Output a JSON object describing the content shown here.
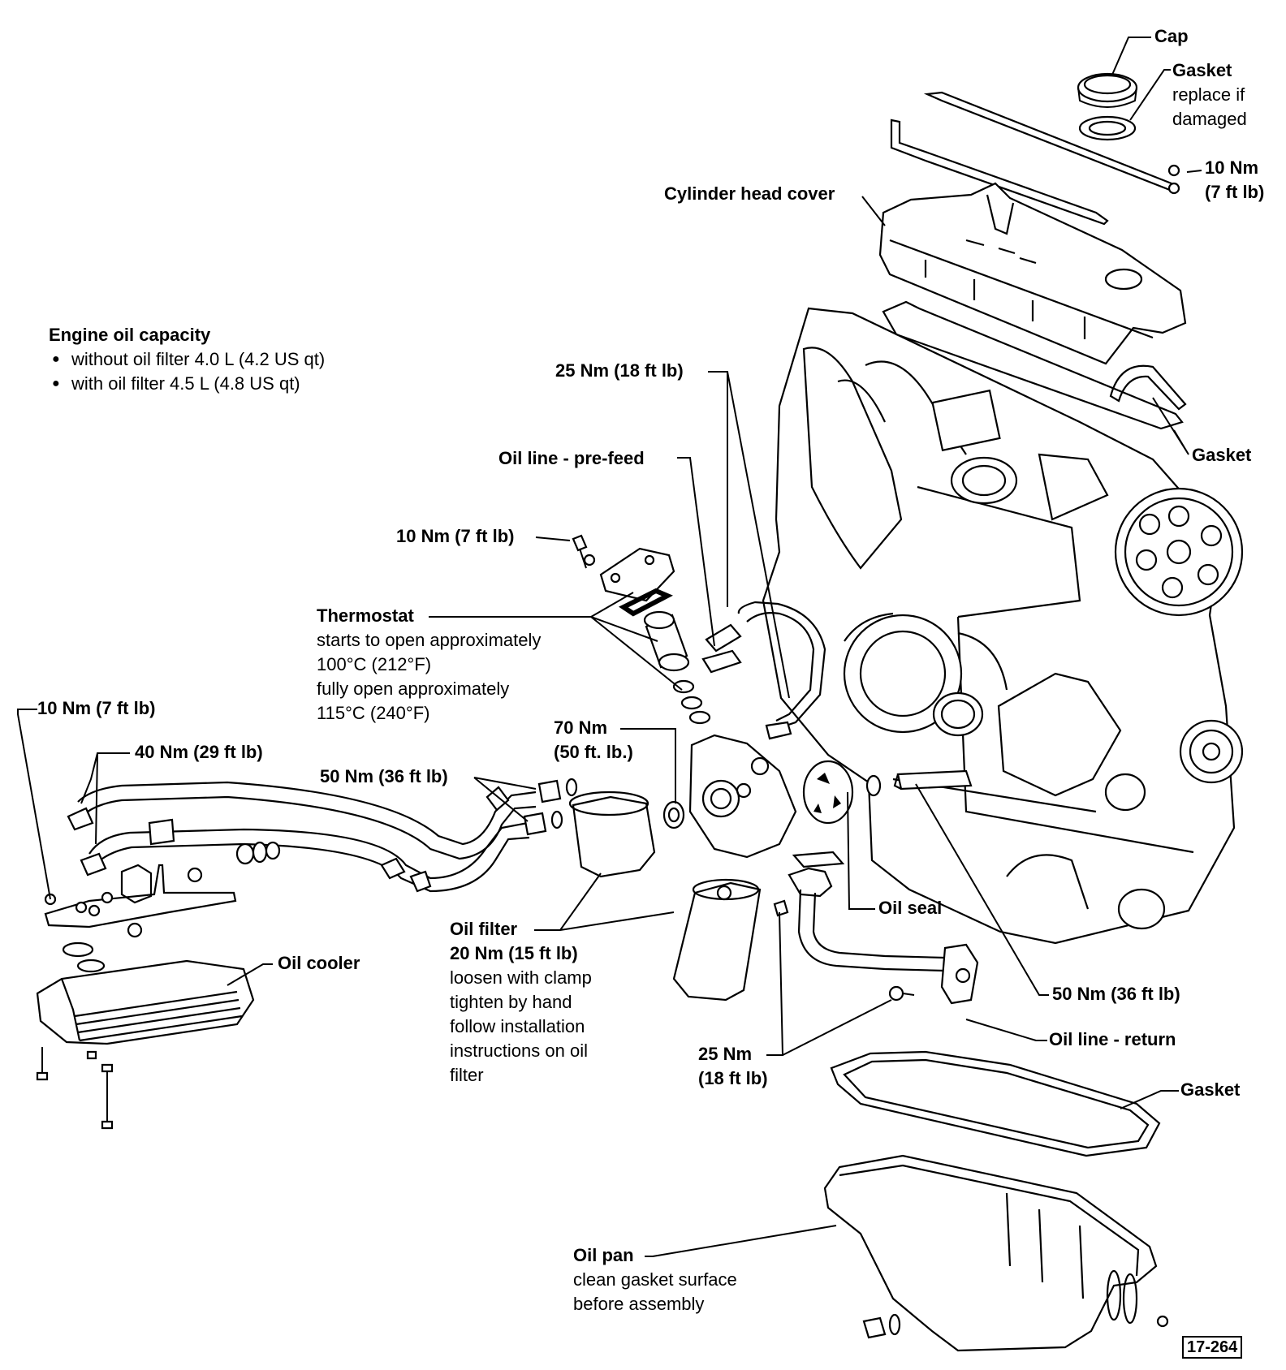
{
  "capacity": {
    "title": "Engine oil capacity",
    "items": [
      "without oil filter 4.0 L (4.2 US qt)",
      "with oil filter 4.5 L (4.8 US qt)"
    ]
  },
  "labels": {
    "cap": "Cap",
    "gasket_top": "Gasket",
    "gasket_top_note1": "replace if",
    "gasket_top_note2": "damaged",
    "torque_10_top": "10 Nm",
    "torque_10_top_ft": "(7 ft lb)",
    "cylinder_head_cover": "Cylinder head cover",
    "torque_25_top": "25 Nm (18 ft lb)",
    "gasket_right": "Gasket",
    "oil_line_prefeed": "Oil line - pre-feed",
    "torque_10_mid": "10 Nm (7 ft lb)",
    "thermostat": "Thermostat",
    "thermostat_note1": "starts to open approximately",
    "thermostat_note2": "100°C (212°F)",
    "thermostat_note3": "fully open approximately",
    "thermostat_note4": "115°C (240°F)",
    "torque_10_left": "10 Nm (7 ft lb)",
    "torque_40": "40 Nm (29 ft lb)",
    "torque_50_left": "50 Nm (36 ft lb)",
    "torque_70": "70 Nm",
    "torque_70_ft": "(50 ft. lb.)",
    "oil_seal": "Oil seal",
    "oil_cooler": "Oil cooler",
    "oil_filter": "Oil filter",
    "oil_filter_torque": "20 Nm (15 ft lb)",
    "oil_filter_note1": "loosen with clamp",
    "oil_filter_note2": "tighten by hand",
    "oil_filter_note3": "follow installation",
    "oil_filter_note4": "instructions on oil",
    "oil_filter_note5": "filter",
    "torque_50_right": "50 Nm (36 ft lb)",
    "oil_line_return": "Oil line - return",
    "torque_25_bottom": "25 Nm",
    "torque_25_bottom_ft": "(18 ft lb)",
    "gasket_bottom": "Gasket",
    "oil_pan": "Oil pan",
    "oil_pan_note1": "clean gasket surface",
    "oil_pan_note2": "before assembly"
  },
  "figure_number": "17-264"
}
